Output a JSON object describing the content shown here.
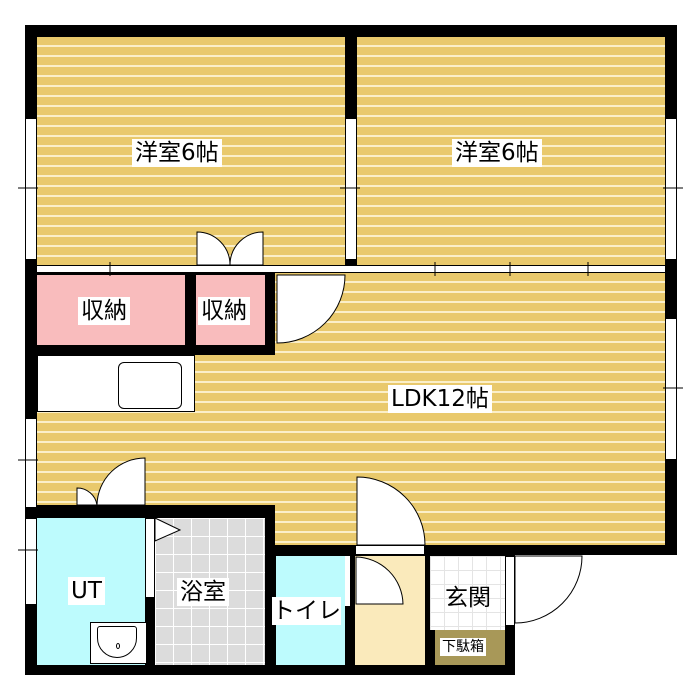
{
  "rooms": {
    "western1": "洋室6帖",
    "western2": "洋室6帖",
    "storage1": "収納",
    "storage2": "収納",
    "ldk": "LDK12帖",
    "utility": "UT",
    "bath": "浴室",
    "toilet": "トイレ",
    "entrance": "玄関",
    "shoe_cabinet": "下駄箱"
  },
  "colors": {
    "floor": "#e9c96c",
    "storage": "#f9bcbd",
    "wet": "#bdfbfd",
    "bath": "#dcdcdc",
    "hall": "#faeabb",
    "shoe": "#a89858"
  }
}
